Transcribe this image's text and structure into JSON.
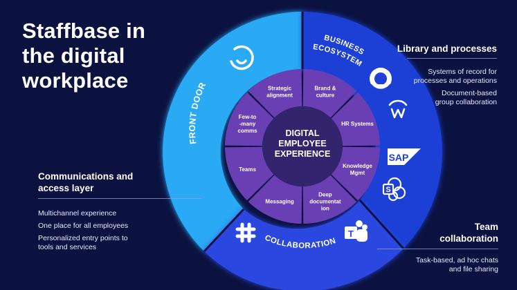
{
  "title": "Staffbase in\nthe digital\nworkplace",
  "left_block": {
    "heading": "Communications and\naccess layer",
    "items": [
      "Multichannel experience",
      "One place for all employees",
      "Personalized entry points to\ntools and services"
    ]
  },
  "right_top_block": {
    "heading": "Library and processes",
    "items": [
      "Systems of record for\nprocesses and operations",
      "Document-based\ngroup collaboration"
    ]
  },
  "right_bottom_block": {
    "heading": "Team\ncollaboration",
    "items": [
      "Task-based, ad hoc chats\nand file sharing"
    ]
  },
  "ring_labels": {
    "front_door": "FRONT DOOR",
    "business_line1": "BUSINESS",
    "business_line2": "ECOSYSTEM",
    "collaboration": "COLLABORATION"
  },
  "center": {
    "line1": "DIGITAL",
    "line2": "EMPLOYEE",
    "line3": "EXPERIENCE"
  },
  "segments": [
    {
      "label": "Brand &\nculture"
    },
    {
      "label": "HR Systems"
    },
    {
      "label": "Knowledge\nMgmt"
    },
    {
      "label": "Deep\ndocumentat\nion"
    },
    {
      "label": "Messaging"
    },
    {
      "label": "Teams"
    },
    {
      "label": "Few-to\n-many\ncomms"
    },
    {
      "label": "Strategic\nalignment"
    }
  ],
  "icons": [
    "staffbase-logo-icon",
    "okta-icon",
    "workday-icon",
    "sap-icon",
    "sharepoint-icon",
    "slack-icon",
    "teams-icon"
  ],
  "colors": {
    "background": "#0b1240",
    "front_door": "#29a9f5",
    "business": "#1f3fd6",
    "collaboration": "#2a47e0",
    "inner_segment": "#6b3fb4",
    "center": "#33246e"
  }
}
